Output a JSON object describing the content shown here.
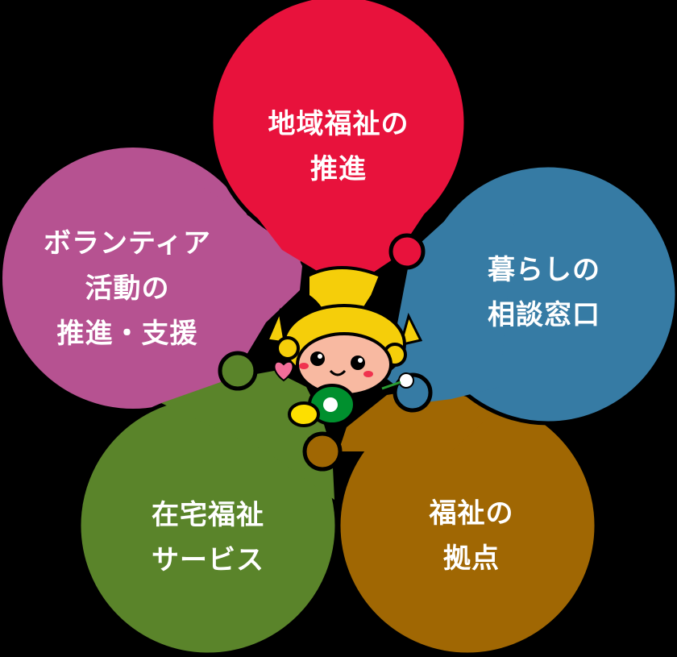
{
  "diagram": {
    "background": "#000000",
    "petals": [
      {
        "id": "community",
        "color": "#E8123C",
        "lines": [
          "地域福祉の",
          "推進"
        ]
      },
      {
        "id": "volunteer",
        "color": "#B65291",
        "lines": [
          "ボランティア",
          "活動の",
          "推進・支援"
        ]
      },
      {
        "id": "consultation",
        "color": "#367BA4",
        "lines": [
          "暮らしの",
          "相談窓口"
        ]
      },
      {
        "id": "homecare",
        "color": "#5A842A",
        "lines": [
          "在宅福祉",
          "サービス"
        ]
      },
      {
        "id": "hub",
        "color": "#A06703",
        "lines": [
          "福祉の",
          "拠点"
        ]
      }
    ],
    "mascot": {
      "description": "pineapple-haired mascot with clover shirt holding heart and flower"
    }
  }
}
